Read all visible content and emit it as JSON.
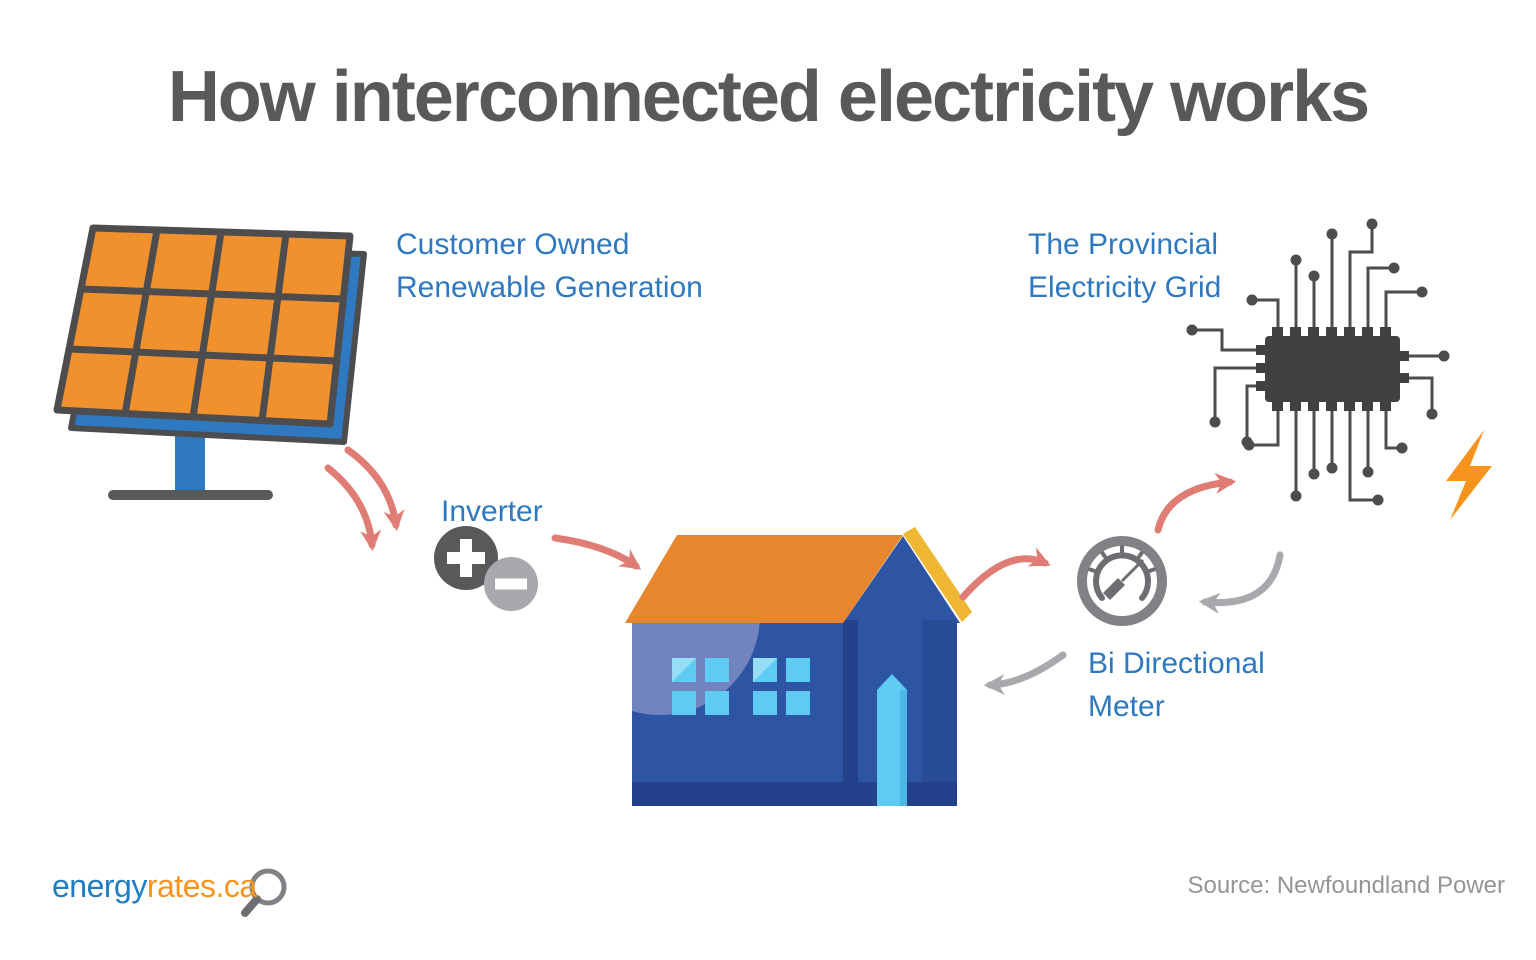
{
  "title": "How interconnected electricity works",
  "labels": {
    "renewable_generation": "Customer Owned\nRenewable Generation",
    "provincial_grid": "The Provincial\nElectricity Grid",
    "inverter": "Inverter",
    "bidirectional_meter": "Bi Directional\nMeter"
  },
  "footer": {
    "logo_energy": "energy",
    "logo_rates": "rates.ca",
    "source": "Source: Newfoundland Power"
  },
  "icons": {
    "solar_panel": "solar-panel-icon",
    "inverter_plus_minus": "inverter-icon",
    "house": "house-icon",
    "bidirectional_meter_gauge": "meter-gauge-icon",
    "microchip_grid": "microchip-icon",
    "lightning_bolt": "lightning-bolt-icon",
    "magnifier": "magnifier-icon",
    "flow_arrows_red": "curved-arrow-red",
    "flow_arrows_gray": "curved-arrow-gray"
  },
  "colors": {
    "title_text": "#58595b",
    "label_blue": "#2e78c0",
    "arrow_red": "#df7d75",
    "arrow_gray": "#a7a9ac",
    "panel_cell_orange": "#f0912d",
    "panel_edge_blue": "#2e79c0",
    "outline_gray": "#4d4d4f",
    "house_wall_blue": "#2d55a3",
    "house_dark_blue": "#24428c",
    "roof_orange": "#e8862d",
    "roof_trim_yellow": "#f0b732",
    "window_door_cyan": "#5ecbf2",
    "chip_gray": "#414042",
    "meter_gray": "#6d6e71",
    "bolt_orange": "#f7941d",
    "logo_blue": "#1f7ec2",
    "logo_orange": "#f7941d",
    "source_gray": "#939598"
  }
}
